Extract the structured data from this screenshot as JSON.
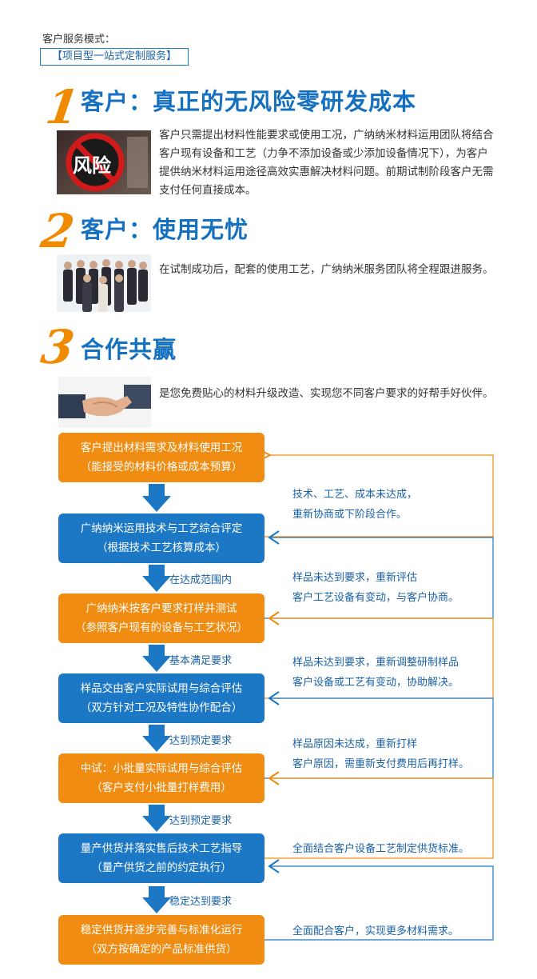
{
  "intro": {
    "label": "客户服务模式：",
    "tag": "【项目型一站式定制服务】"
  },
  "sections": [
    {
      "num": "1",
      "title": "客户：真正的无风险零研发成本",
      "photo_text": "风险",
      "text": "客户只需提出材料性能要求或使用工况，广纳纳米材料运用团队将结合客户现有设备和工艺（力争不添加设备或少添加设备情况下），为客户提供纳米材料运用途径高效实惠解决材料问题。前期试制阶段客户无需支付任何直接成本。"
    },
    {
      "num": "2",
      "title": "客户：使用无忧",
      "text": "在试制成功后，配套的使用工艺，广纳纳米服务团队将全程跟进服务。"
    },
    {
      "num": "3",
      "title": "合作共赢",
      "text": "是您免费贴心的材料升级改造、实现您不同客户要求的好帮手好伙伴。"
    }
  ],
  "flow": {
    "boxes": [
      {
        "line1": "客户提出材料需求及材料使用工况",
        "line2": "（能接受的材料价格或成本预算）",
        "color": "orange"
      },
      {
        "line1": "广纳纳米运用技术与工艺综合评定",
        "line2": "（根据技术工艺核算成本）",
        "color": "blue"
      },
      {
        "line1": "广纳纳米按客户要求打样并测试",
        "line2": "（参照客户现有的设备与工艺状况）",
        "color": "orange"
      },
      {
        "line1": "样品交由客户实际试用与综合评估",
        "line2": "（双方针对工况及特性协作配合）",
        "color": "blue"
      },
      {
        "line1": "中试：小批量实际试用与综合评估",
        "line2": "（客户支付小批量打样费用）",
        "color": "orange"
      },
      {
        "line1": "量产供货并落实售后技术工艺指导",
        "line2": "（量产供货之前的约定执行）",
        "color": "blue"
      },
      {
        "line1": "稳定供货并逐步完善与标准化运行",
        "line2": "（双方按确定的产品标准供货）",
        "color": "orange"
      }
    ],
    "arrow_labels": [
      "",
      "在达成范围内",
      "基本满足要求",
      "达到预定要求",
      "达到预定要求",
      "稳定达到要求"
    ],
    "notes": [
      {
        "line1": "技术、工艺、成本未达成，",
        "line2": "重新协商或下阶段合作。"
      },
      {
        "line1": "样品未达到要求，重新评估",
        "line2": "客户工艺设备有变动，与客户协商。"
      },
      {
        "line1": "样品未达到要求，重新调整研制样品",
        "line2": "客户设备或工艺有变动，协助解决。"
      },
      {
        "line1": "样品原因未达成，重新打样",
        "line2": "客户原因，需重新支付费用后再打样。"
      },
      {
        "line1": "全面结合客户设备工艺制定供货标准。",
        "line2": ""
      },
      {
        "line1": "全面配合客户，实现更多材料需求。",
        "line2": ""
      }
    ]
  },
  "colors": {
    "orange": "#ef8c11",
    "blue": "#1c78c4",
    "accent_text": "#1a62a8"
  }
}
